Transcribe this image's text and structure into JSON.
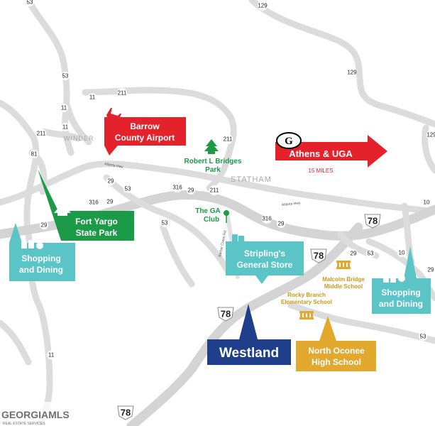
{
  "colors": {
    "red": "#e4222b",
    "green": "#1b9a48",
    "teal": "#5bc4c6",
    "navy": "#1f3f8a",
    "gold": "#e3a92f",
    "road": "#d6d6d6"
  },
  "towns": {
    "winder": "WINDER",
    "statham": "STATHAM"
  },
  "highways": {
    "atlanta_hwy_west": "Atlanta Hwy",
    "atlanta_hwy_east": "Atlanta Hwy",
    "barber_creek": "Barber Creek Rd"
  },
  "route_shields": [
    "53",
    "129",
    "53",
    "211",
    "11",
    "211",
    "211",
    "129",
    "81",
    "11",
    "29",
    "53",
    "316",
    "29",
    "211",
    "316",
    "29",
    "53",
    "29",
    "29",
    "316",
    "29",
    "10",
    "29",
    "53",
    "11",
    "10",
    "129",
    "53",
    "11",
    "78",
    "78",
    "78",
    "78"
  ],
  "pois": {
    "airport": {
      "line1": "Barrow",
      "line2": "County Airport",
      "icon": "airplane-icon"
    },
    "athens": {
      "label": "Athens & UGA",
      "distance": "15 MILES",
      "icon": "georgia-g-icon"
    },
    "bridges_park": {
      "line1": "Robert L Bridges",
      "line2": "Park",
      "icon": "tree-icon"
    },
    "ga_club": {
      "line1": "The GA",
      "line2": "Club",
      "icon": "map-pin-icon"
    },
    "fort_yargo": {
      "line1": "Fort Yargo",
      "line2": "State Park",
      "icon": "tree-icon"
    },
    "shopping_west": {
      "line1": "Shopping",
      "line2": "and Dining",
      "icon": "shopping-icon"
    },
    "stripling": {
      "line1": "Stripling's",
      "line2": "General Store",
      "icon": "shopping-icon"
    },
    "malcolm_bridge": {
      "line1": "Malcolm Bridge",
      "line2": "Middle School",
      "icon": "school-icon"
    },
    "rocky_branch": {
      "line1": "Rocky Branch",
      "line2": "Elementary School",
      "icon": "school-icon"
    },
    "shopping_east": {
      "line1": "Shopping",
      "line2": "and Dining",
      "icon": "shopping-icon"
    },
    "westland": {
      "label": "Westland"
    },
    "north_oconee": {
      "line1": "North Oconee",
      "line2": "High School",
      "icon": "school-icon"
    }
  },
  "watermark": {
    "brand": "GEORGIAMLS",
    "sub": "REAL ESTATE SERVICES"
  }
}
